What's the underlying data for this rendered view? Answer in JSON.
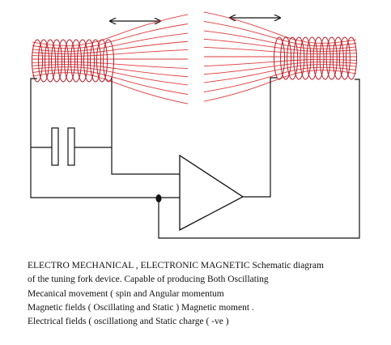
{
  "colors": {
    "wire": "#111111",
    "coil": "#b5202c",
    "field_lines": "#e23a3a",
    "background": "#ffffff"
  },
  "diagram": {
    "components": [
      {
        "name": "left-coil-winding",
        "kind": "solenoid coil"
      },
      {
        "name": "right-coil-winding",
        "kind": "solenoid coil"
      },
      {
        "name": "left-motion-arrow",
        "kind": "double-headed arrow"
      },
      {
        "name": "right-motion-arrow",
        "kind": "double-headed arrow"
      },
      {
        "name": "capacitor",
        "kind": "two-plate capacitor"
      },
      {
        "name": "amplifier",
        "kind": "triangle amplifier"
      },
      {
        "name": "junction-dot",
        "kind": "wire junction"
      }
    ]
  },
  "caption": {
    "lines": [
      "ELECTRO MECHANICAL , ELECTRONIC MAGNETIC Schematic diagram",
      "of the tuning fork device. Capable of producing Both Oscillating",
      "Mecanical movement ( spin and Angular momentum",
      "Magnetic fields  ( Oscillating and Static ) Magnetic moment .",
      "Electrical fields ( oscillationg and Static charge  ( -ve )"
    ]
  }
}
